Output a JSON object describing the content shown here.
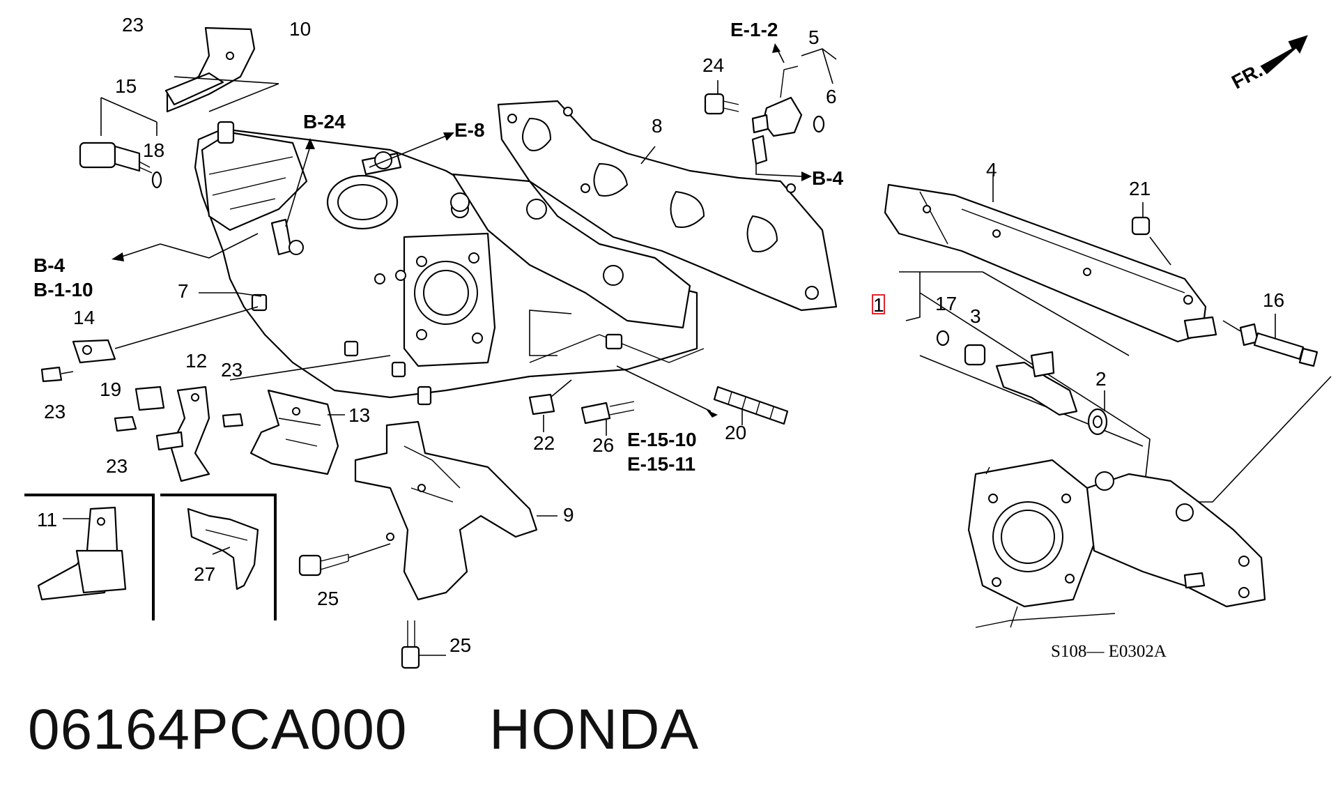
{
  "callouts": {
    "n23a": "23",
    "n10": "10",
    "n15": "15",
    "n18": "18",
    "n7": "7",
    "n14": "14",
    "n23b": "23",
    "n19": "19",
    "n12": "12",
    "n23c": "23",
    "n23d": "23",
    "n13": "13",
    "n11": "11",
    "n27": "27",
    "n9": "9",
    "n25a": "25",
    "n25b": "25",
    "n22": "22",
    "n26": "26",
    "n20": "20",
    "n8": "8",
    "n24": "24",
    "n5": "5",
    "n6": "6",
    "n4": "4",
    "n21": "21",
    "n1": "1",
    "n17": "17",
    "n3": "3",
    "n2": "2",
    "n16": "16"
  },
  "refs": {
    "b24": "B-24",
    "e8": "E-8",
    "b4_left": "B-4",
    "b110": "B-1-10",
    "e12": "E-1-2",
    "b4_right": "B-4",
    "e1510": "E-15-10",
    "e1511": "E-15-11"
  },
  "direction_label": "FR.",
  "diagram_code": "S108— E0302A",
  "caption": {
    "part_number": "06164PCA000",
    "brand": "HONDA"
  },
  "colors": {
    "highlight_box": "#e0242b",
    "line": "#000000"
  }
}
